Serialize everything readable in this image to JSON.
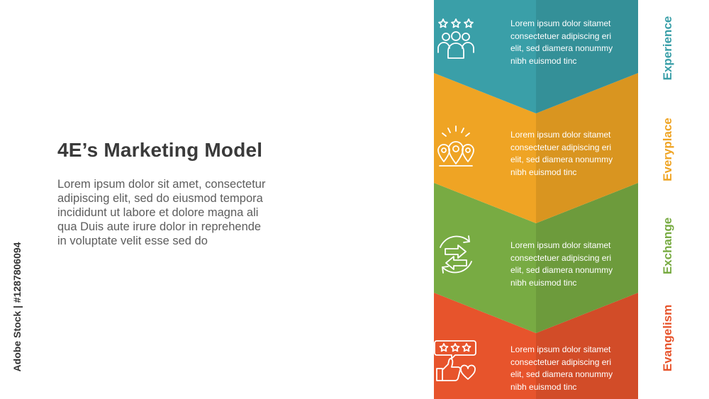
{
  "heading": {
    "title": "4E’s Marketing Model",
    "lines": [
      "Lorem ipsum dolor sit amet, consectetur",
      "adipiscing elit, sed do eiusmod tempora",
      "incididunt ut labore et dolore magna ali",
      "qua Duis aute irure dolor in reprehende",
      "in voluptate velit esse sed do"
    ]
  },
  "stock_credit": "Adobe Stock | #1287806094",
  "items": [
    {
      "label": "Experience",
      "color": "#3a9fa8",
      "icon": "people-rating-icon",
      "lines": [
        "Lorem ipsum dolor sitamet",
        "consectetuer adipiscing eri",
        "elit, sed diamera nonummy",
        "nibh euismod tinc"
      ]
    },
    {
      "label": "Everyplace",
      "color": "#efa424",
      "icon": "location-pins-icon",
      "lines": [
        "Lorem ipsum dolor sitamet",
        "consectetuer adipiscing eri",
        "elit, sed diamera nonummy",
        "nibh euismod tinc"
      ]
    },
    {
      "label": "Exchange",
      "color": "#78ab43",
      "icon": "exchange-arrows-icon",
      "lines": [
        "Lorem ipsum dolor sitamet",
        "consectetuer adipiscing eri",
        "elit, sed diamera nonummy",
        "nibh euismod tinc"
      ]
    },
    {
      "label": "Evangelism",
      "color": "#e7542c",
      "icon": "review-thumbs-up-icon",
      "lines": [
        "Lorem ipsum dolor sitamet",
        "consectetuer adipiscing eri",
        "elit, sed diamera nonummy",
        "nibh euismod tinc"
      ]
    }
  ]
}
